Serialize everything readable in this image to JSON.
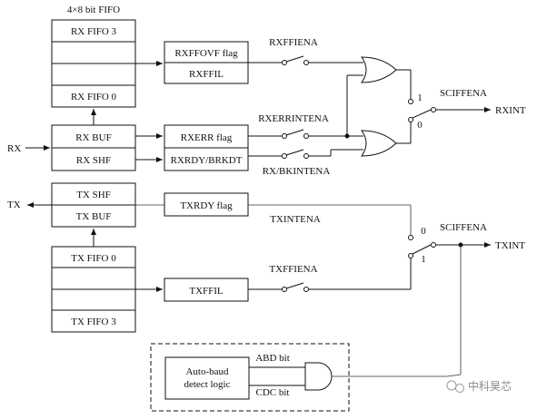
{
  "fifo_title": "4×8 bit FIFO",
  "rx_fifo_top": "RX FIFO 3",
  "rx_fifo_bottom": "RX FIFO 0",
  "rx_buf": "RX BUF",
  "rx_shf": "RX SHF",
  "tx_shf": "TX SHF",
  "tx_buf": "TX BUF",
  "tx_fifo_top": "TX FIFO 0",
  "tx_fifo_bottom": "TX FIFO 3",
  "rxffovf_flag": "RXFFOVF flag",
  "rxffil": "RXFFIL",
  "rxerr_flag": "RXERR flag",
  "rxrdy_brkdt": "RXRDY/BRKDT",
  "txrdy_flag": "TXRDY flag",
  "txffil": "TXFFIL",
  "rxffiena": "RXFFIENA",
  "rxerrintena": "RXERRINTENA",
  "rx_bkintena": "RX/BKINTENA",
  "txintena": "TXINTENA",
  "txffiena": "TXFFIENA",
  "sciffena_rx": "SCIFFENA",
  "sciffena_tx": "SCIFFENA",
  "mux_rx_one": "1",
  "mux_rx_zero": "0",
  "mux_tx_zero": "0",
  "mux_tx_one": "1",
  "rx_pin": "RX",
  "tx_pin": "TX",
  "rxint": "RXINT",
  "txint": "TXINT",
  "autobaud_line1": "Auto-baud",
  "autobaud_line2": "detect logic",
  "abd_bit": "ABD bit",
  "cdc_bit": "CDC bit",
  "watermark": "中科昊芯"
}
